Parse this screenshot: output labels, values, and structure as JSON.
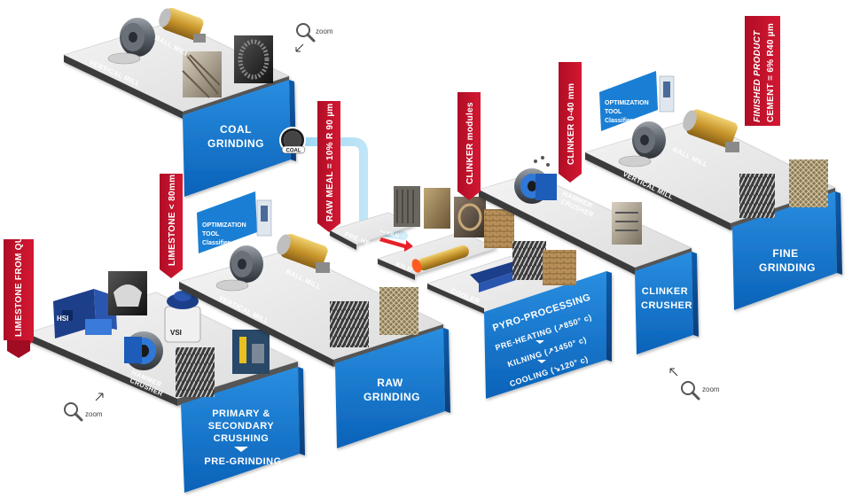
{
  "stages": {
    "coal": {
      "label1": "COAL",
      "label2": "GRINDING"
    },
    "primary": {
      "label1": "PRIMARY &",
      "label2": "SECONDARY",
      "label3": "CRUSHING",
      "label4": "PRE-GRINDING"
    },
    "raw": {
      "label1": "RAW",
      "label2": "GRINDING"
    },
    "pyro": {
      "label1": "PYRO-PROCESSING",
      "label2": "PRE-HEATING (↗850° c)",
      "label3": "KILNING (↗1450° c)",
      "label4": "COOLING (↘120° c)"
    },
    "clinker": {
      "label1": "CLINKER",
      "label2": "CRUSHER"
    },
    "fine": {
      "label1": "FINE",
      "label2": "GRINDING"
    }
  },
  "platforms": {
    "vertical_mill": "VERTICAL MILL",
    "ball_mill": "BALL MILL",
    "hammer_crusher": "HAMMER",
    "hammer_crusher2": "CRUSHER",
    "hsi": "HSI",
    "vsi": "VSI",
    "preheater": "PRE-HEATER",
    "kiln": "KILN",
    "cooler": "COOLER",
    "coal_tag": "COAL",
    "kiln_arrow": "»» KILN"
  },
  "flags": {
    "limestone_quarry": "LIMESTONE FROM QUARRY",
    "limestone_80": "LIMESTONE < 80mm",
    "raw_meal": "RAW MEAL = 10% R 90 µm",
    "clinker_modules": "CLINKER modules",
    "clinker_040": "CLINKER 0-40 mm",
    "finished": "FINISHED PRODUCT",
    "cement": "CEMENT = 6% R40 µm"
  },
  "optimization": {
    "line1": "OPTIMIZATION",
    "line2": "TOOL",
    "line3": "Classifier"
  },
  "zoom": "zoom",
  "colors": {
    "blue": "#1a7fd4",
    "blue_dark": "#0d5ea8",
    "red": "#c8102e",
    "platform": "#e8e8e8"
  }
}
